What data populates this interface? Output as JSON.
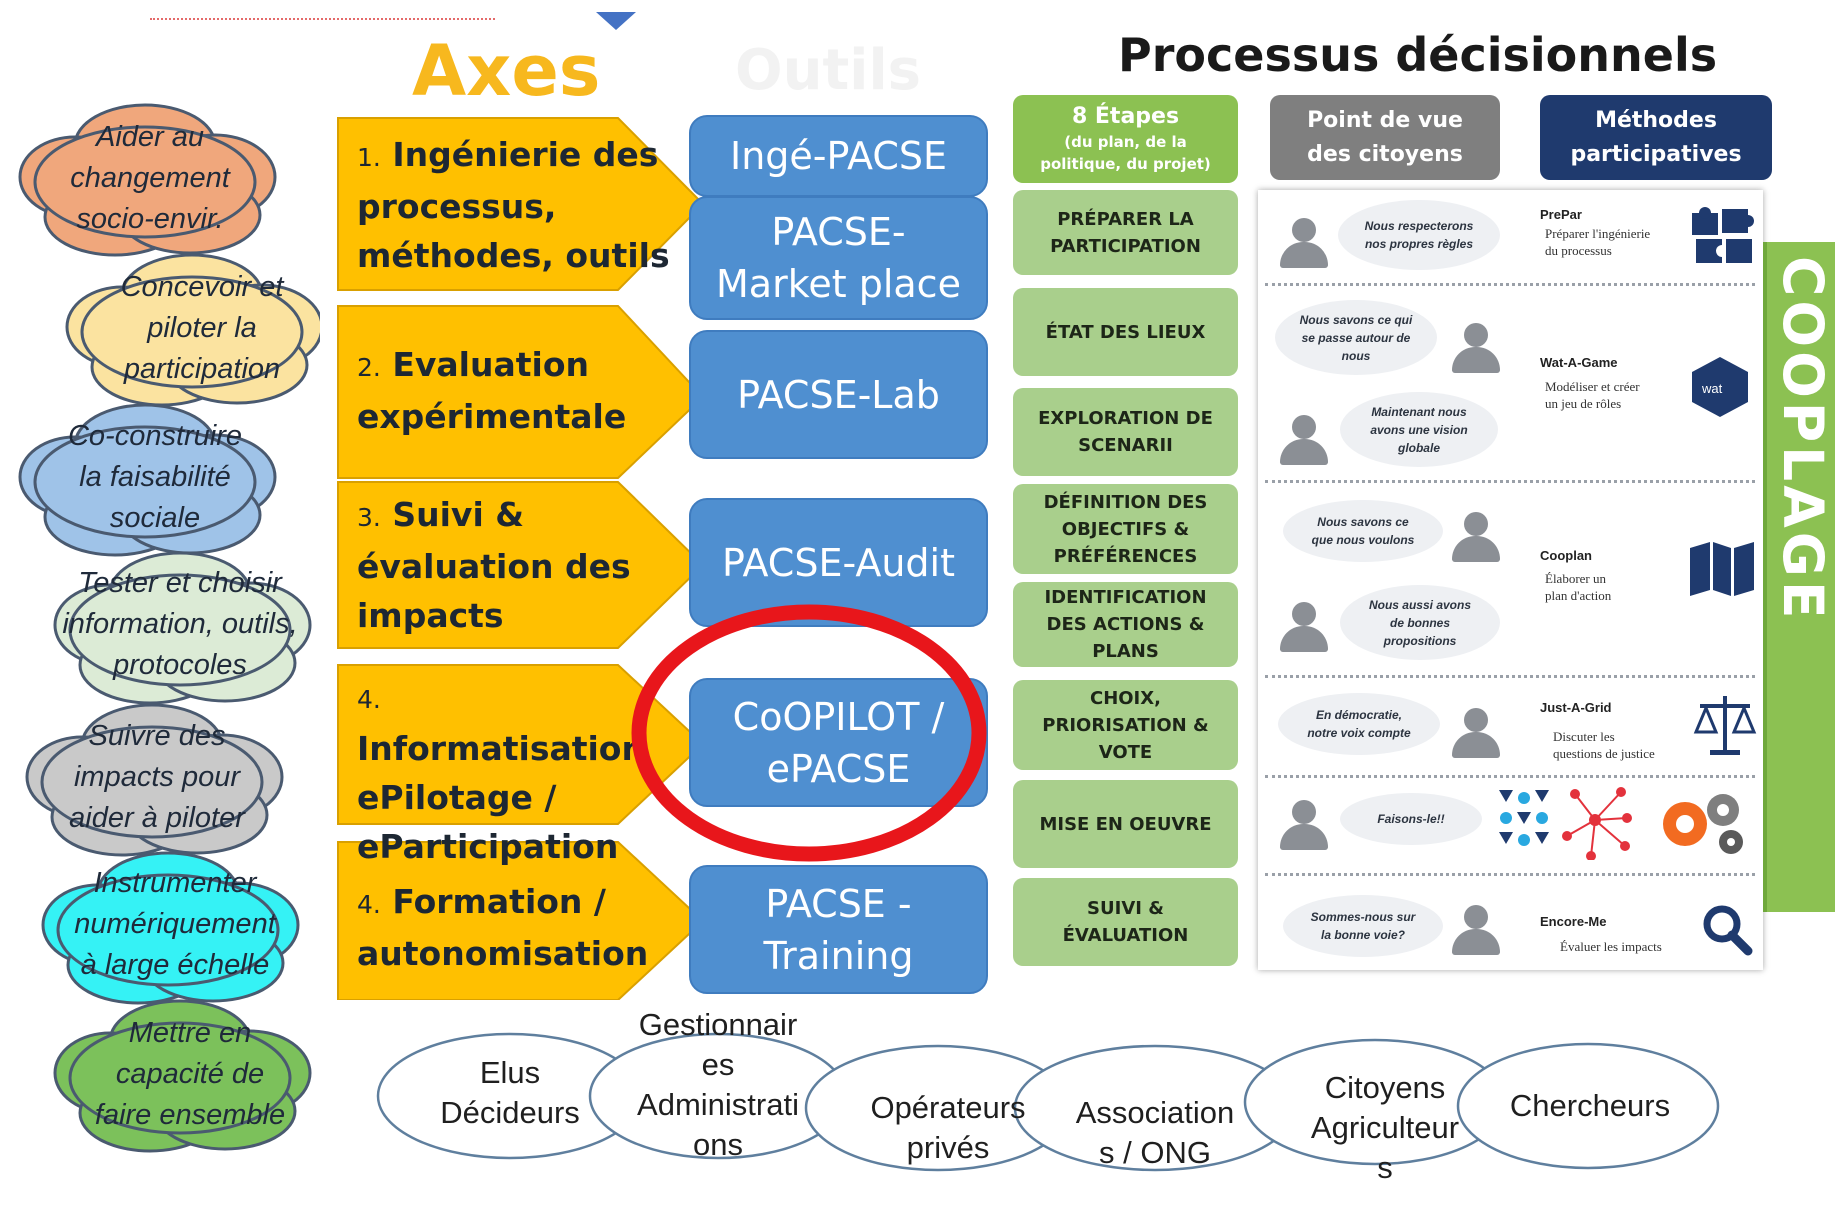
{
  "title_axes": "Axes",
  "title_axes_faded": "Outils",
  "title_process": "Processus décisionnels",
  "clouds": [
    {
      "text": "Aider au\nchangement\nsocio-envir.",
      "fill": "#f0a77c"
    },
    {
      "text": "Concevoir et\npiloter la\nparticipation",
      "fill": "#fbe3a0"
    },
    {
      "text": "Co-construire\nla faisabilité\nsociale",
      "fill": "#9fc3e8"
    },
    {
      "text": "Tester et choisir\ninformation, outils,\nprotocoles",
      "fill": "#dcebd6"
    },
    {
      "text": "Suivre des\nimpacts pour\naider à piloter",
      "fill": "#c9c9c9"
    },
    {
      "text": "Instrumenter\nnumériquement\nà large échelle",
      "fill": "#35f2f5"
    },
    {
      "text": "Mettre en\ncapacité de\nfaire ensemble",
      "fill": "#7cc15b"
    }
  ],
  "axes": [
    {
      "num": "1.",
      "text": "Ingénierie des\nprocessus,\nméthodes, outils"
    },
    {
      "num": "2.",
      "text": "Evaluation\nexpérimentale"
    },
    {
      "num": "3.",
      "text": "Suivi &\névaluation des\nimpacts"
    },
    {
      "num": "4.",
      "text": "Informatisation\nePilotage /\neParticipation"
    },
    {
      "num": "4.",
      "text": "Formation /\nautonomisation"
    }
  ],
  "tools": [
    "Ingé-PACSE",
    "PACSE-\nMarket place",
    "PACSE-Lab",
    "PACSE-Audit",
    "CoOPILOT /\nePACSE",
    "PACSE -\nTraining"
  ],
  "headers": {
    "steps_title": "8 Étapes",
    "steps_sub": "(du plan, de la\npolitique, du projet)",
    "citizens": "Point de vue\ndes citoyens",
    "methods": "Méthodes\nparticipatives"
  },
  "steps": [
    "PRÉPARER LA\nPARTICIPATION",
    "ÉTAT DES LIEUX",
    "EXPLORATION DE\nSCENARII",
    "DÉFINITION DES\nOBJECTIFS &\nPRÉFÉRENCES",
    "IDENTIFICATION\nDES ACTIONS &\nPLANS",
    "CHOIX,\nPRIORISATION &\nVOTE",
    "MISE EN OEUVRE",
    "SUIVI &\nÉVALUATION"
  ],
  "citizen_quotes": [
    "Nous respecterons\nnos propres règles",
    "Nous savons ce qui\nse passe autour de\nnous",
    "Maintenant nous\navons une vision\nglobale",
    "Nous savons ce\nque nous voulons",
    "Nous aussi avons\nde bonnes\npropositions",
    "En démocratie,\nnotre voix compte",
    "Faisons-le!!",
    "Sommes-nous sur\nla bonne voie?"
  ],
  "methods": [
    {
      "name": "PrePar",
      "desc": "Préparer l'ingénierie\ndu processus",
      "icon": "puzzle-icon"
    },
    {
      "name": "Wat-A-Game",
      "desc": "Modéliser et créer\nun jeu de rôles",
      "icon": "wat-a-game-logo-icon"
    },
    {
      "name": "Cooplan",
      "desc": "Élaborer un\nplan d'action",
      "icon": "map-icon"
    },
    {
      "name": "Just-A-Grid",
      "desc": "Discuter les\nquestions de justice",
      "icon": "scales-icon"
    },
    {
      "name": "Encore-Me",
      "desc": "Évaluer les impacts",
      "icon": "magnifier-icon"
    }
  ],
  "side_banner": "COOPLAGE",
  "actors": [
    "Elus\nDécideurs",
    "Gestionnair\nes\nAdministrati\nons",
    "Opérateurs\nprivés",
    "Association\ns / ONG",
    "Citoyens\nAgriculteur\ns",
    "Chercheurs"
  ],
  "colors": {
    "axis_arrow": "#ffc000",
    "tool_box": "#4f8fd0",
    "step": "#a9cf8c",
    "highlight_ring": "#e8161b",
    "banner": "#8cc152",
    "citizens_header": "#7f7f7f",
    "methods_header": "#1f3a6e"
  }
}
